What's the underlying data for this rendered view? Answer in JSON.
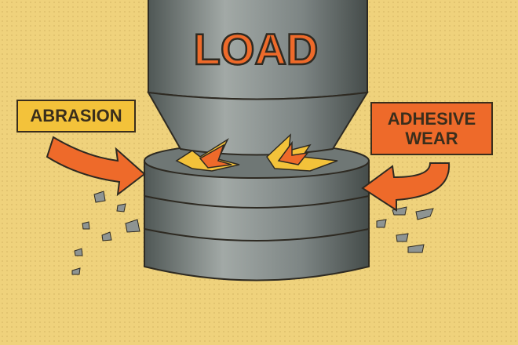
{
  "illustration": {
    "load_label": "LOAD",
    "abrasion_label": "ABRASION",
    "adhesive_label": "ADHESIVE WEAR",
    "colors": {
      "background": "#efd27c",
      "orange": "#ee6a2a",
      "yellow": "#f3c23a",
      "metal": "#7d8584",
      "outline": "#2e2a22"
    }
  }
}
